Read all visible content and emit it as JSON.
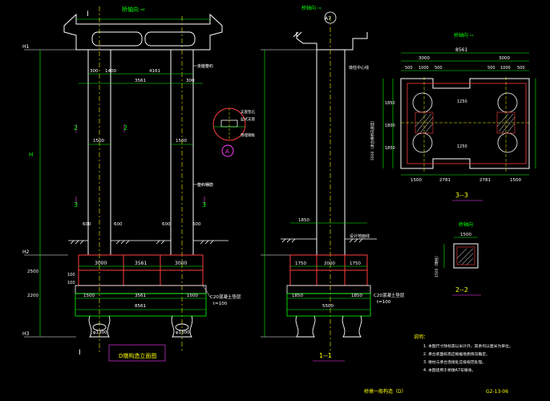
{
  "elevation": {
    "top_marker": "I",
    "bottom_marker": "I",
    "flow_label": "桥轴向 ⇨",
    "title": "D墩构造立面图",
    "level_h1": "H1",
    "level_h2": "H2",
    "level_h3": "H3",
    "col_dims": [
      "300",
      "1400",
      "4161",
      "3561",
      "300"
    ],
    "section_2_left": "2",
    "section_2_right": "2",
    "section_3_left": "3",
    "section_3_right": "3",
    "col_width_left": "1500",
    "col_width_right": "1500",
    "height_h": "H",
    "ground_dims": [
      "600",
      "600",
      "600",
      "600"
    ],
    "cap_dims": [
      "3000",
      "3561",
      "3000"
    ],
    "base_dims": [
      "1500",
      "3561",
      "1500"
    ],
    "base_total": "8561",
    "pile_dia_left": "φ1300",
    "pile_dia_right": "φ1300",
    "side_dims": [
      "2500",
      "2200",
      "100",
      "100"
    ],
    "callout_label": "支座垫石",
    "callout_label2": "垫石钢筋",
    "concrete_label": "C20混凝土垫层",
    "concrete_thk": "t=100"
  },
  "section11": {
    "marker": "A7",
    "flow_label": "桥轴向 ⇨",
    "title": "1--1",
    "dims_top": [
      "1850"
    ],
    "cap_dims": [
      "1750",
      "2000",
      "1750"
    ],
    "base_dims": [
      "1850",
      "5500",
      "1850"
    ],
    "concrete_label": "C20混凝土垫层",
    "concrete_thk": "t=100",
    "note1": "墩柱中心线",
    "note2": "设计地面线"
  },
  "detailA": {
    "marker": "A",
    "labels": [
      "支座垫石",
      "盆式支座",
      "预埋钢板"
    ]
  },
  "section33": {
    "flow_label": "桥轴向 ⇨",
    "title": "3--3",
    "top_total": "8561",
    "top_dims": [
      "3000",
      "3000"
    ],
    "sub_dims": [
      "500",
      "1000",
      "500",
      "500",
      "1000",
      "500"
    ],
    "side_dims": [
      "1850",
      "1800",
      "1850"
    ],
    "inner_dims": [
      "1250",
      "1250"
    ],
    "bot_dims": [
      "1500",
      "2781",
      "2781",
      "1500"
    ],
    "side_label": "5500（承台横桥向宽度）"
  },
  "section22": {
    "flow_label": "桥轴向",
    "title": "2--2",
    "dim": "1500",
    "side_label": "1500（墩柱）"
  },
  "notes": {
    "heading": "说明：",
    "items": [
      "1. 本图尺寸除标高以米计外，其余均以厘米为单位。",
      "2. 承台底面标高应根据地质情况确定。",
      "3. 墩柱与承台连接处应按规范处理。",
      "4. 本图适用于桥墩A7号墩身。"
    ]
  },
  "footer": {
    "title": "桥墩一般构造（D）",
    "drawing_no": "G2-13-06"
  },
  "colors": {
    "background": "#000000",
    "outline": "#ff3c3c",
    "structure": "#ffffff",
    "dimension": "#00ff00",
    "accent": "#ff3cff",
    "text_yellow": "#ffff00"
  }
}
